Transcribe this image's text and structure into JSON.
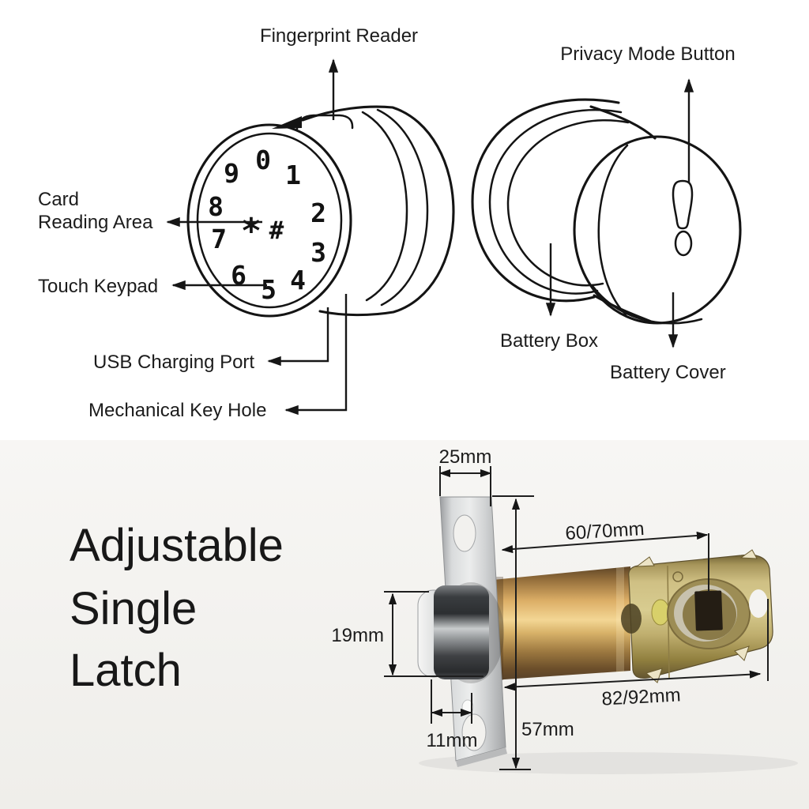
{
  "lock_diagram": {
    "labels": {
      "fingerprint_reader": "Fingerprint Reader",
      "privacy_mode_button": "Privacy Mode Button",
      "card_reading_area_line1": "Card",
      "card_reading_area_line2": "Reading Area",
      "touch_keypad": "Touch Keypad",
      "usb_charging_port": "USB Charging Port",
      "mechanical_key_hole": "Mechanical Key Hole",
      "battery_box": "Battery Box",
      "battery_cover": "Battery Cover"
    },
    "keypad": {
      "digits": [
        "0",
        "1",
        "2",
        "3",
        "4",
        "5",
        "6",
        "7",
        "8",
        "9"
      ],
      "star": "*",
      "hash": "#"
    }
  },
  "latch_section": {
    "title_lines": [
      "Adjustable",
      "Single",
      "Latch"
    ],
    "dimensions": {
      "faceplate_width": "25mm",
      "backset": "60/70mm",
      "bolt_height": "19mm",
      "bolt_throw": "11mm",
      "faceplate_height": "57mm",
      "overall_length": "82/92mm"
    },
    "colors": {
      "line": "#161616",
      "background_top": "#ffffff",
      "background_bottom": "#f3f2ef",
      "brass": "#d8cc90",
      "silver": "#e9eaeb",
      "bolt_metal": "#3a3d40"
    }
  }
}
